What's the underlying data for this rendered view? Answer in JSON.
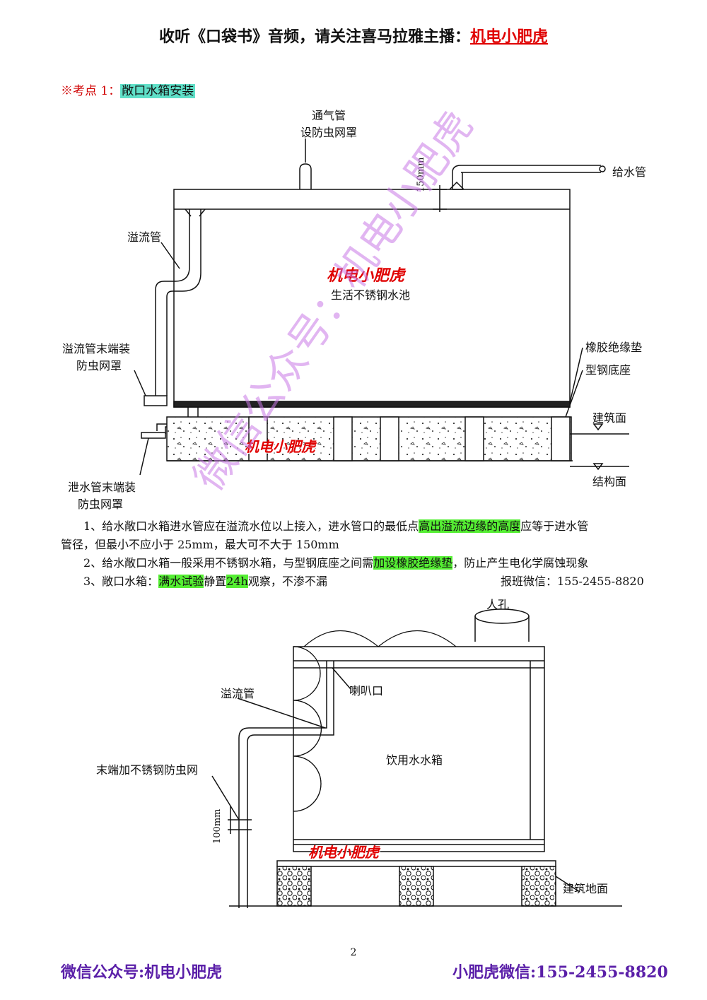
{
  "header": {
    "prefix": "收听《口袋书》音频，请关注喜马拉雅主播：",
    "accent": "机电小肥虎"
  },
  "keypoint": {
    "prefix": "※考点 1：",
    "title": "敞口水箱安装"
  },
  "diagram1": {
    "vent_line1": "通气管",
    "vent_line2": "设防虫网罩",
    "supply_pipe": "给水管",
    "dim_150": "150mm",
    "overflow_pipe": "溢流管",
    "brand": "机电小肥虎",
    "tank_name": "生活不锈钢水池",
    "overflow_end_line1": "溢流管末端装",
    "overflow_end_line2": "防虫网罩",
    "rubber_pad": "橡胶绝缘垫",
    "steel_base": "型钢底座",
    "building_surface": "建筑面",
    "structure_surface": "结构面",
    "drain_end_line1": "泄水管末端装",
    "drain_end_line2": "防虫网罩",
    "brand_base": "机电小肥虎"
  },
  "paragraphs": {
    "p1_a": "1、给水敞口水箱进水管应在溢流水位以上接入，进水管口的最低点",
    "p1_hl": "高出溢流边缘的高度",
    "p1_b": "应等于进水管",
    "p1_c": "管径，但最小不应小于 25mm，最大可不大于 150mm",
    "p2_a": "2、给水敞口水箱一般采用不锈钢水箱，与型钢底座之间需",
    "p2_hl": "加设橡胶绝缘垫",
    "p2_b": "，防止产生电化学腐蚀现象",
    "p3_a": "3、敞口水箱：",
    "p3_hl1": "满水试验",
    "p3_b": "静置",
    "p3_hl2": "24h",
    "p3_c": "观察，不渗不漏",
    "p3_contact": "报班微信：155-2455-8820"
  },
  "diagram2": {
    "manhole": "人孔",
    "bellmouth": "喇叭口",
    "overflow_pipe": "溢流管",
    "tank_name": "饮用水水箱",
    "end_mesh": "末端加不锈钢防虫网",
    "dim_100": "100mm",
    "brand": "机电小肥虎",
    "building_floor": "建筑地面"
  },
  "watermark": "微信公众号：机电小肥虎",
  "page_number": "2",
  "footer": {
    "left": "微信公众号:机电小肥虎",
    "right": "小肥虎微信:155-2455-8820"
  },
  "colors": {
    "accent_red": "#e00000",
    "highlight_green": "#55ee33",
    "highlight_teal": "#5fe0c8",
    "footer_purple": "#5a1fa8",
    "watermark": "#c878e6"
  }
}
